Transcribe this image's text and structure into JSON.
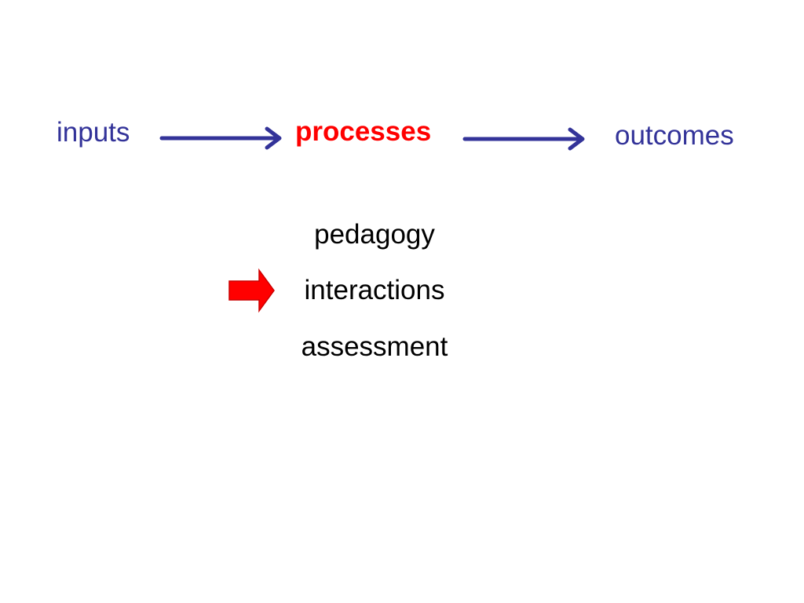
{
  "diagram": {
    "flow": {
      "inputs": "inputs",
      "processes": "processes",
      "outcomes": "outcomes"
    },
    "process_items": [
      "pedagogy",
      "interactions",
      "assessment"
    ],
    "highlighted_item": "interactions",
    "colors": {
      "flow_text": "#333399",
      "flow_arrow": "#333399",
      "highlight": "#ff0000",
      "item_text": "#000000",
      "background": "#ffffff"
    },
    "icons": {
      "connector": "right-arrow-icon",
      "pointer": "block-arrow-right-icon"
    }
  }
}
